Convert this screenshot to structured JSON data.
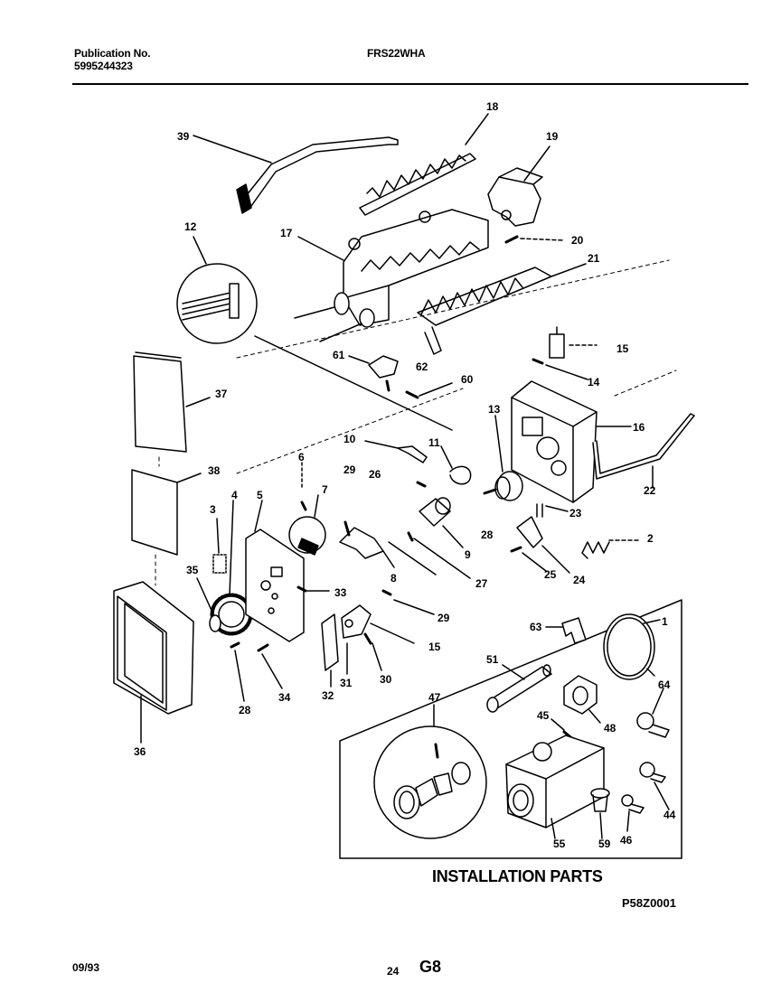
{
  "header": {
    "publication_label": "Publication No.",
    "publication_number": "5995244323",
    "model": "FRS22WHA"
  },
  "installation_title": "INSTALLATION PARTS",
  "figure_code": "P58Z0001",
  "footer": {
    "date": "09/93",
    "page": "24",
    "section": "G8"
  },
  "part_labels": [
    "39",
    "18",
    "19",
    "12",
    "17",
    "20",
    "21",
    "61",
    "62",
    "60",
    "15",
    "14",
    "37",
    "16",
    "13",
    "10",
    "11",
    "6",
    "29",
    "26",
    "38",
    "7",
    "22",
    "23",
    "3",
    "4",
    "5",
    "28",
    "9",
    "2",
    "8",
    "27",
    "25",
    "24",
    "35",
    "33",
    "29",
    "15",
    "63",
    "1",
    "51",
    "34",
    "30",
    "31",
    "32",
    "28",
    "47",
    "45",
    "48",
    "64",
    "36",
    "44",
    "55",
    "59",
    "46"
  ],
  "palette": {
    "ink": "#000000",
    "paper": "#ffffff"
  }
}
